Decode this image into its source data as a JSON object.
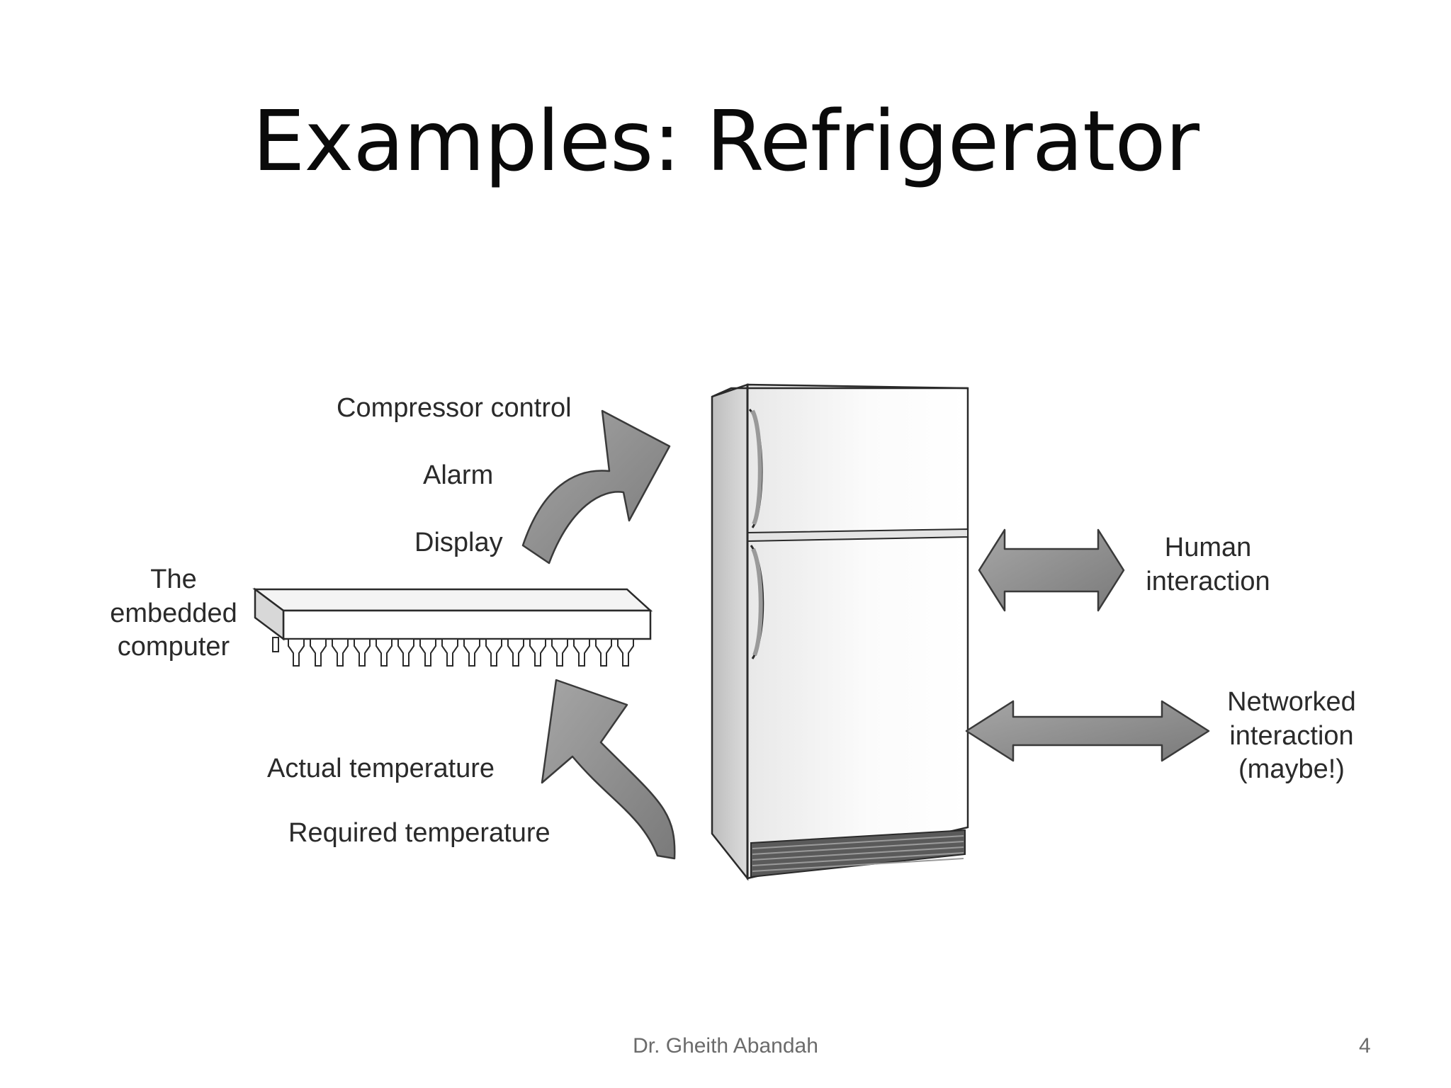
{
  "slide": {
    "title": "Examples: Refrigerator",
    "footer_author": "Dr. Gheith Abandah",
    "page_number": "4"
  },
  "diagram": {
    "outputs": [
      "Compressor control",
      "Alarm",
      "Display"
    ],
    "inputs": [
      "Actual temperature",
      "Required temperature"
    ],
    "chip_label": [
      "The",
      "embedded",
      "computer"
    ],
    "human_label": [
      "Human",
      "interaction"
    ],
    "network_label": [
      "Networked",
      "interaction",
      "(maybe!)"
    ]
  },
  "colors": {
    "arrow_fill": "#8c8c8c",
    "arrow_stroke": "#3a3a3a",
    "text": "#2a2a2a",
    "footer": "#6b6b6b"
  },
  "icons": [
    "refrigerator-icon",
    "embedded-chip-icon"
  ]
}
